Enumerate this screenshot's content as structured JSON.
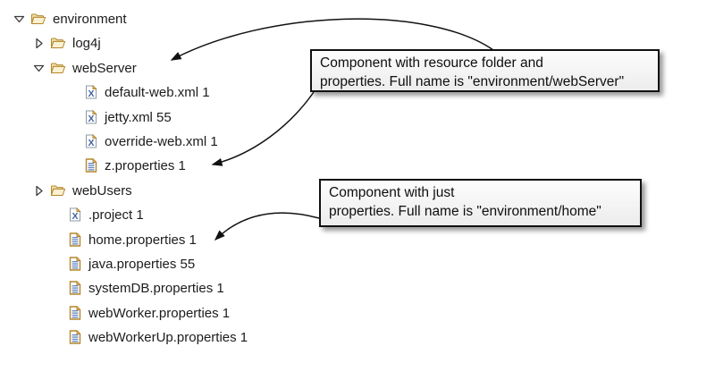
{
  "tree": {
    "items": [
      {
        "label": "environment",
        "type": "folder",
        "state": "expanded",
        "level": 1
      },
      {
        "label": "log4j",
        "type": "folder",
        "state": "collapsed",
        "level": 2
      },
      {
        "label": "webServer",
        "type": "folder",
        "state": "expanded",
        "level": 2
      },
      {
        "label": "default-web.xml 1",
        "type": "xml-file",
        "level": 3
      },
      {
        "label": "jetty.xml 55",
        "type": "xml-file",
        "level": 3
      },
      {
        "label": "override-web.xml 1",
        "type": "xml-file",
        "level": 3
      },
      {
        "label": "z.properties 1",
        "type": "properties-file",
        "level": 3
      },
      {
        "label": "webUsers",
        "type": "folder",
        "state": "collapsed",
        "level": 2
      },
      {
        "label": ".project 1",
        "type": "xml-file",
        "level": 2
      },
      {
        "label": "home.properties 1",
        "type": "properties-file",
        "level": 2
      },
      {
        "label": "java.properties 55",
        "type": "properties-file",
        "level": 2
      },
      {
        "label": "systemDB.properties 1",
        "type": "properties-file",
        "level": 2
      },
      {
        "label": "webWorker.properties 1",
        "type": "properties-file",
        "level": 2
      },
      {
        "label": "webWorkerUp.properties 1",
        "type": "properties-file",
        "level": 2
      }
    ]
  },
  "callouts": [
    {
      "line1": "Component with resource folder and",
      "line2": "properties. Full name is \"environment/webServer\"",
      "points_to": [
        "webServer",
        "z.properties 1"
      ]
    },
    {
      "line1": "Component with just",
      "line2": "properties. Full name is \"environment/home\"",
      "points_to": [
        "home.properties 1"
      ]
    }
  ],
  "icons": {
    "expanded": "chevron-down-outline",
    "collapsed": "chevron-right-outline",
    "folder": "open-folder",
    "xml": "page-with-blue-X",
    "properties": "page-with-blue-lines"
  },
  "colors": {
    "folder_outline": "#B4872C",
    "folder_fill": "#F1E0AC",
    "xml_letter_blue": "#41619F",
    "properties_line_blue": "#5F83C0",
    "callout_bg": "#efefef",
    "callout_border": "#111111",
    "arrow": "#111111",
    "text": "#1c1c1c"
  }
}
